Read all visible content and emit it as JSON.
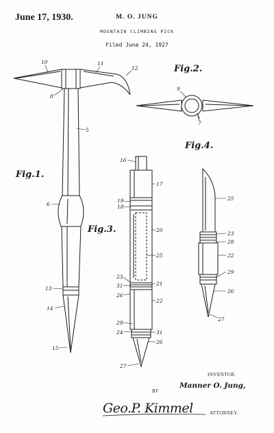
{
  "header": {
    "date": "June 17, 1930.",
    "inventor_heading": "M. O. JUNG",
    "title": "MOUNTAIN CLIMBING PICK",
    "filed": "Filed June 24, 1927"
  },
  "figures": {
    "fig1": "Fig.1.",
    "fig2": "Fig.2.",
    "fig3": "Fig.3.",
    "fig4": "Fig.4."
  },
  "reference_numerals": {
    "fig1": [
      "10",
      "11",
      "12",
      "8",
      "5",
      "6",
      "13",
      "14",
      "15"
    ],
    "fig2": [
      "9",
      "7"
    ],
    "fig3": [
      "16",
      "17",
      "19",
      "18",
      "20",
      "25",
      "23",
      "31",
      "21",
      "26",
      "22",
      "29",
      "24",
      "31",
      "26",
      "27"
    ],
    "fig4": [
      "25",
      "23",
      "28",
      "22",
      "29",
      "26",
      "27"
    ]
  },
  "signatures": {
    "inventor_label": "INVENTOR.",
    "inventor_name": "Manner O. Jung,",
    "by": "BY",
    "attorney_signature": "Geo.P. Kimmel",
    "attorney_label": "ATTORNEY."
  }
}
